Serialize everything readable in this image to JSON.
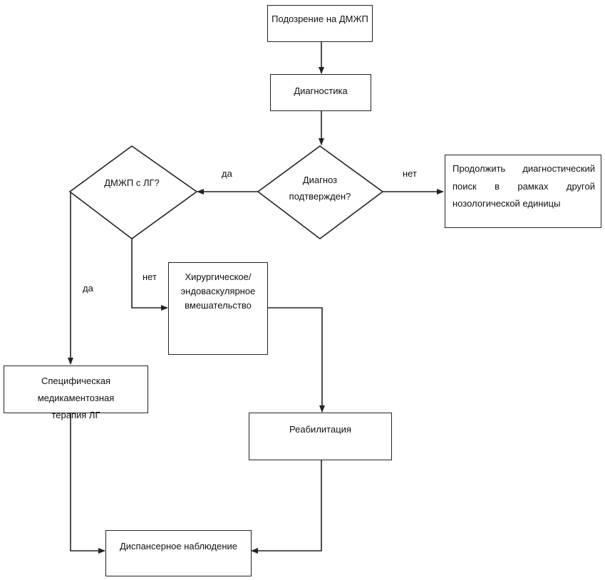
{
  "nodes": {
    "suspicion": "Подозрение на ДМЖП",
    "diagnostics": "Диагностика",
    "diagnosis_confirmed_line1": "Диагноз",
    "diagnosis_confirmed_line2": "подтвержден?",
    "vsd_with_ph": "ДМЖП с ЛГ?",
    "continue_search": "Продолжить диагностический поиск в рамках другой нозологической единицы",
    "surgery_line1": "Хирургическое/",
    "surgery_line2": "эндоваскулярное",
    "surgery_line3": "вмешательство",
    "specific_therapy_line1": "Специфическая медикаментозная",
    "specific_therapy_line2": "терапия ЛГ",
    "rehabilitation": "Реабилитация",
    "follow_up": "Диспансерное наблюдение"
  },
  "edge_labels": {
    "confirmed_yes": "да",
    "confirmed_no": "нет",
    "ph_yes": "да",
    "ph_no": "нет"
  }
}
